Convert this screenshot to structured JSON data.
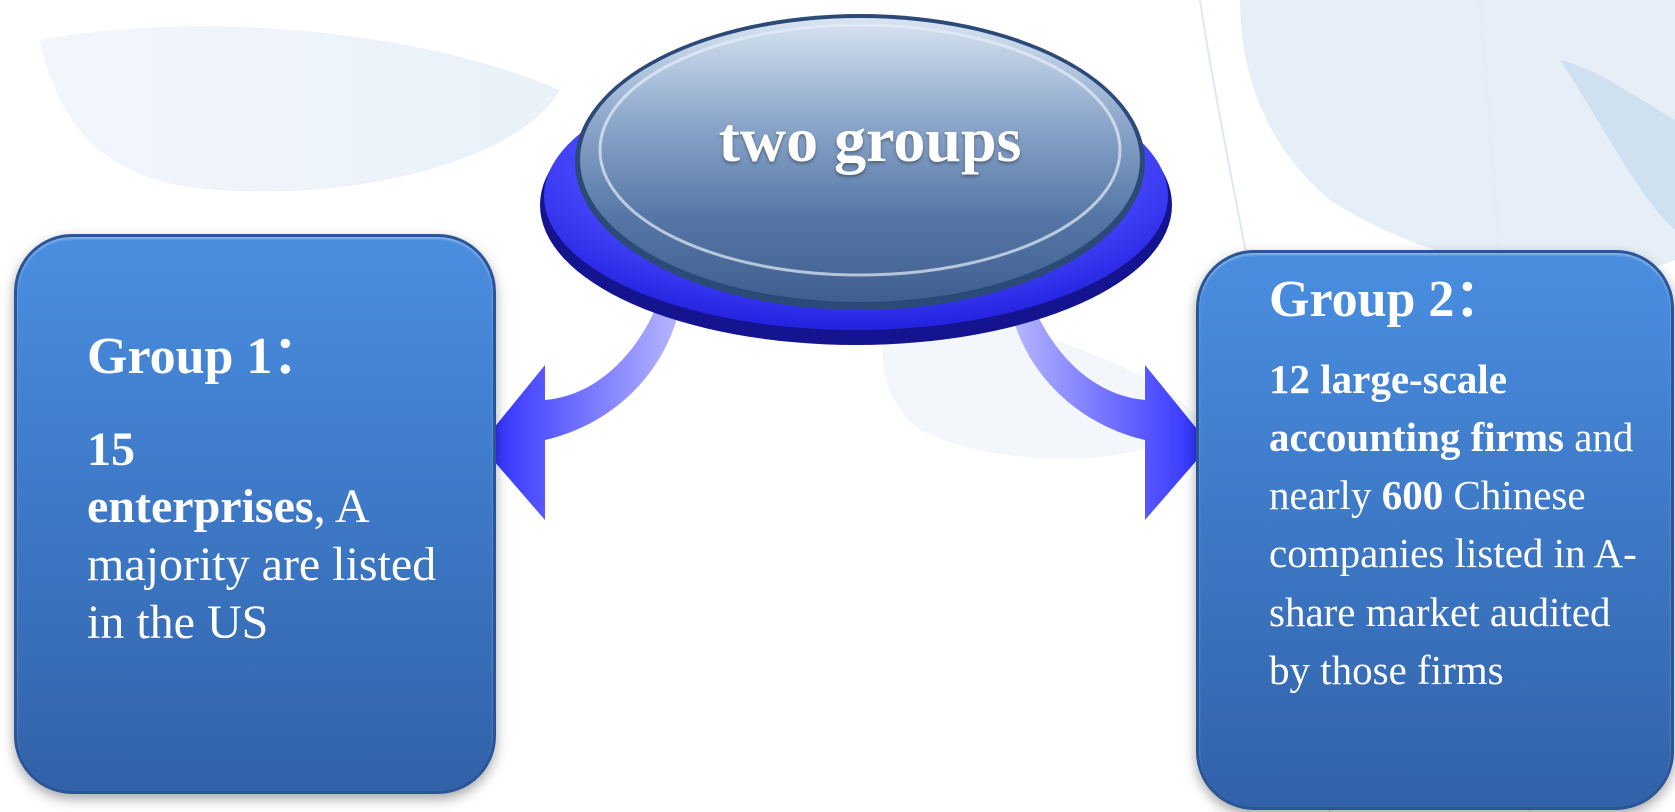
{
  "hub": {
    "title": "two groups"
  },
  "groups": [
    {
      "heading": "Group 1：",
      "body": {
        "count": "15",
        "subject": "enterprises",
        "rest": ", A majority are listed in the US"
      }
    },
    {
      "heading": "Group 2：",
      "body": {
        "count": "12",
        "subject": "large-scale accounting firms",
        "mid": " and nearly ",
        "count2": "600",
        "rest": " Chinese companies listed in A-share market audited by those firms"
      }
    }
  ],
  "colors": {
    "card": "#3d78c6",
    "hub_outer": "#3333ff",
    "hub_inner": "#5a7fb2",
    "arrow": "#2f2fff"
  },
  "icons": [
    "arrow-left-icon",
    "arrow-right-icon",
    "world-map-background"
  ]
}
